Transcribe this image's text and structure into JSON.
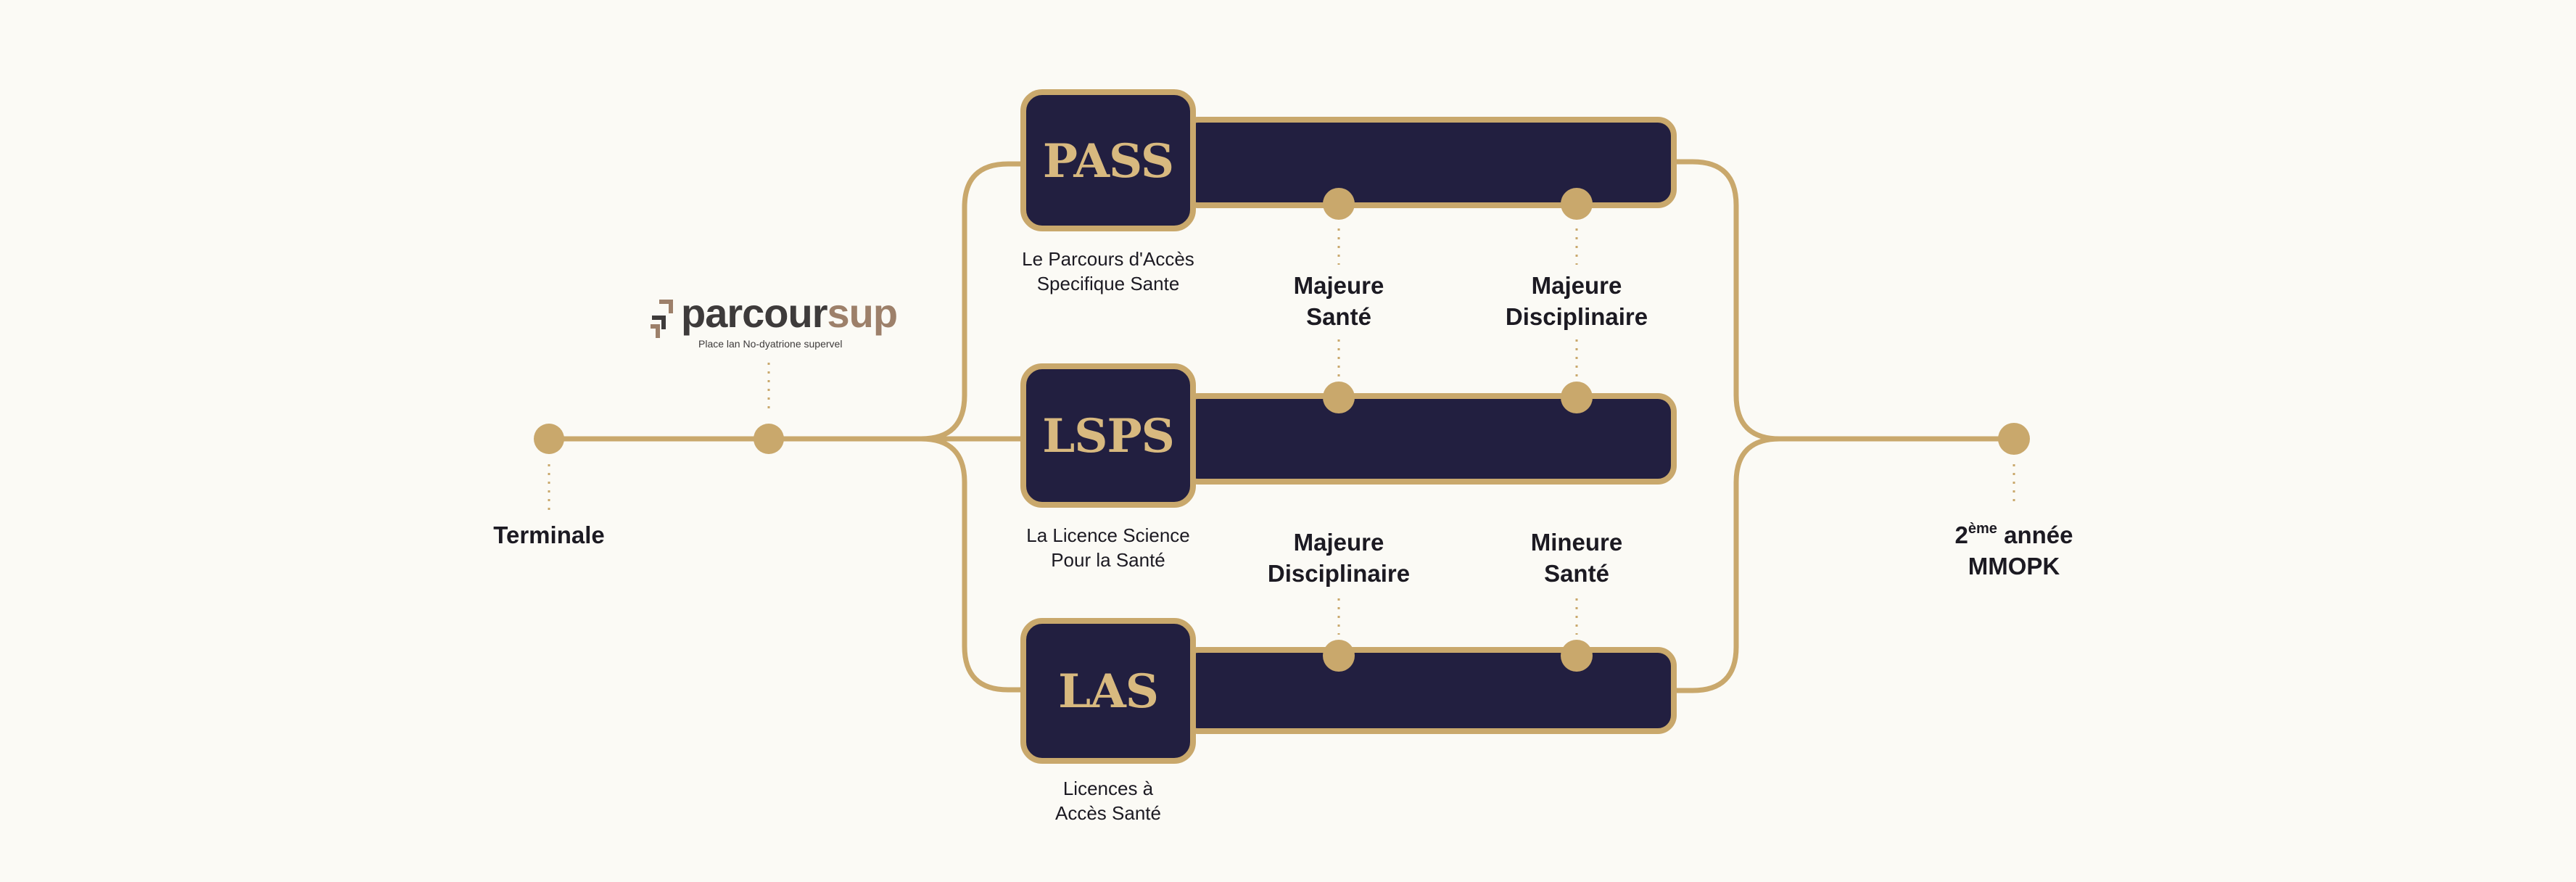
{
  "colors": {
    "background": "#fbfaf5",
    "gold": "#c9a86c",
    "navy": "#221f40",
    "text": "#1c1a22"
  },
  "start": {
    "label": "Terminale"
  },
  "parcoursup": {
    "word_main": "parcour",
    "word_accent": "sup",
    "tagline": "Place lan No-dyatrione supervel"
  },
  "tracks": [
    {
      "code": "PASS",
      "caption_line1": "Le Parcours d'Accès",
      "caption_line2": "Specifique Sante"
    },
    {
      "code": "LSPS",
      "caption_line1": "La Licence Science",
      "caption_line2": "Pour la Santé"
    },
    {
      "code": "LAS",
      "caption_line1": "Licences à",
      "caption_line2": "Accès Santé"
    }
  ],
  "milestones_top": [
    {
      "line1": "Majeure",
      "line2": "Santé"
    },
    {
      "line1": "Majeure",
      "line2": "Disciplinaire"
    }
  ],
  "milestones_bottom": [
    {
      "line1": "Majeure",
      "line2": "Disciplinaire"
    },
    {
      "line1": "Mineure",
      "line2": "Santé"
    }
  ],
  "end": {
    "prefix": "2",
    "superscript": "ème",
    "suffix": " année",
    "line2": "MMOPK"
  }
}
